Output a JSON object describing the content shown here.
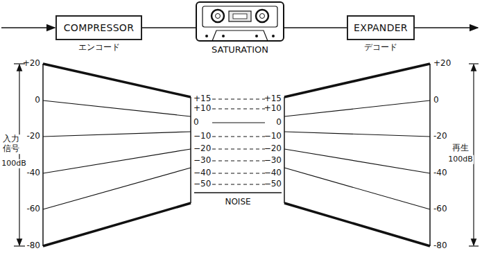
{
  "diagram": {
    "nodes": [
      {
        "text": [
          "COMPRESSOR",
          "エンコード"
        ]
      },
      {
        "text": [
          "SATURATION"
        ]
      },
      {
        "text": [
          "EXPANDER",
          "デコード"
        ]
      }
    ],
    "edges": [
      {
        "from": 0,
        "to": 1,
        "arrow": "none"
      },
      {
        "from": 1,
        "to": 2,
        "arrow": "none"
      }
    ],
    "labels": [
      "+20",
      "0",
      "-20",
      "-40",
      "-60",
      "-80",
      "入力 信号",
      "100dB",
      "+15",
      "+10",
      "0",
      "−10",
      "−20",
      "−30",
      "−40",
      "−50",
      "+15",
      "+10",
      "0",
      "−10",
      "−20",
      "−30",
      "−40",
      "−50",
      "NOISE",
      "+20",
      "0",
      "-20",
      "-40",
      "-60",
      "-80",
      "再生",
      "100dB"
    ]
  }
}
